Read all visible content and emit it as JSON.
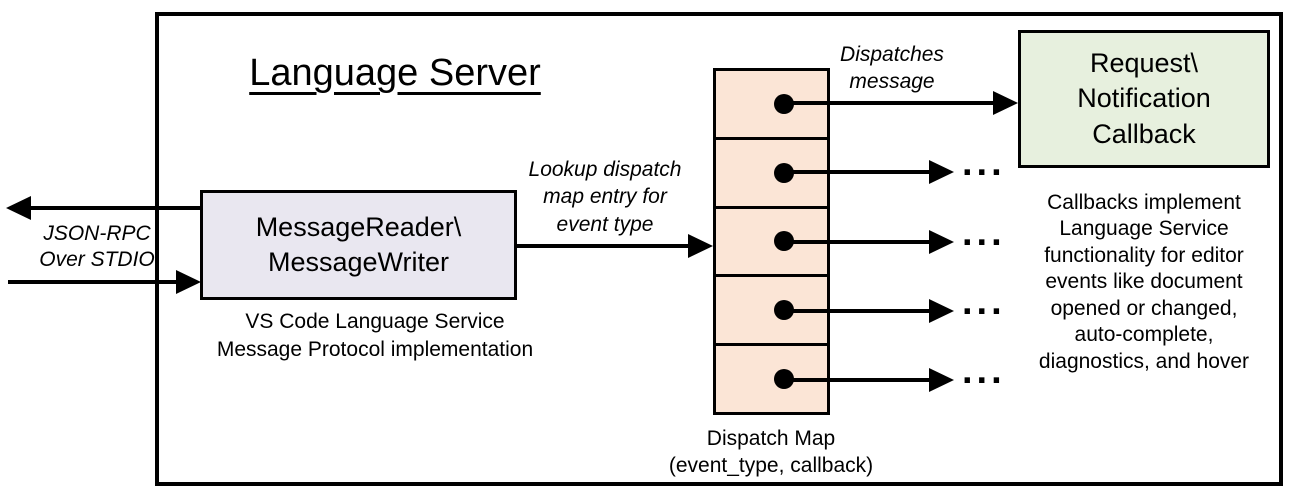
{
  "title": "Language Server",
  "stdio_label": {
    "line1": "JSON-RPC",
    "line2": "Over STDIO"
  },
  "message_box": {
    "line1": "MessageReader\\",
    "line2": "MessageWriter",
    "caption_line1": "VS Code Language Service",
    "caption_line2": "Message Protocol implementation"
  },
  "lookup_label": {
    "line1": "Lookup dispatch",
    "line2": "map entry for",
    "line3": "event type"
  },
  "dispatches_label": {
    "line1": "Dispatches",
    "line2": "message"
  },
  "callback_box": {
    "line1": "Request\\",
    "line2": "Notification",
    "line3": "Callback"
  },
  "dispatch_map": {
    "caption_line1": "Dispatch Map",
    "caption_line2": "(event_type, callback)",
    "entry_count": 5
  },
  "ellipsis": "...",
  "callbacks_note": {
    "lines": [
      "Callbacks implement",
      "Language Service",
      "functionality for editor",
      "events like document",
      "opened or changed,",
      "auto-complete,",
      "diagnostics, and hover"
    ]
  },
  "colors": {
    "message_box_bg": "#e9e7f0",
    "dispatch_cell_bg": "#fbe5d6",
    "callback_box_bg": "#e7f0de",
    "border": "#000000"
  }
}
